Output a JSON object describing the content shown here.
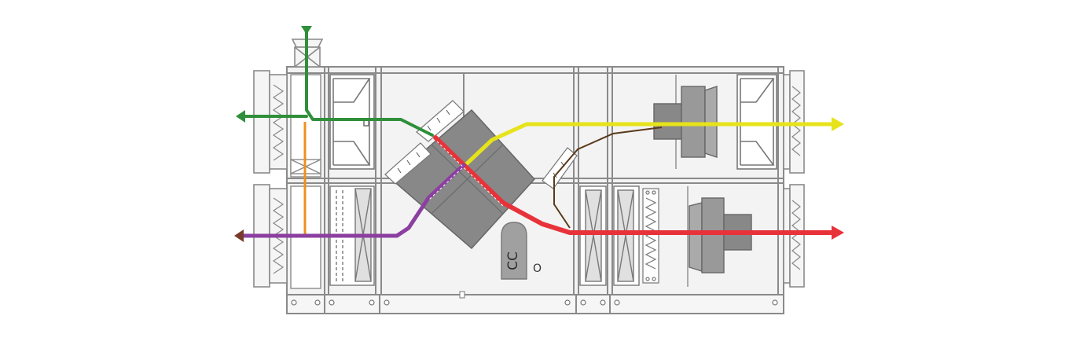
{
  "diagram": {
    "kind": "air-handling-unit-schematic",
    "compressor_label": "CC",
    "secondary_mark": "O"
  },
  "colors": {
    "casing": "#8a8a8a",
    "casing_fill": "#eeeeee",
    "component_dark": "#777777",
    "component_mid": "#9a9a9a",
    "fresh_air": "#2f8f3a",
    "outdoor_air": "#e6e31a",
    "supply_air": "#e8323a",
    "exhaust_air": "#8b3fa0",
    "bypass": "#f0901a",
    "return_air": "#7a3a2a",
    "pipe_dark": "#4a2a1a"
  },
  "icons": [
    "arrow-left-icon",
    "arrow-right-icon",
    "arrow-down-icon"
  ]
}
